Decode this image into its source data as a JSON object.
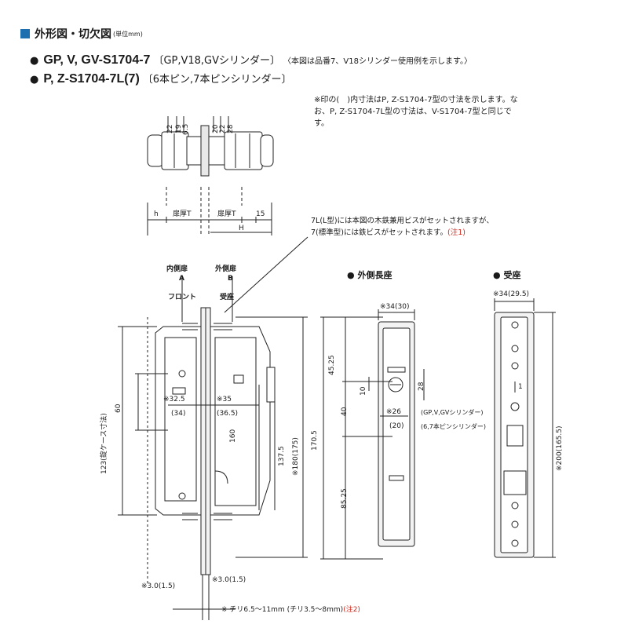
{
  "header": {
    "title": "外形図・切欠図",
    "unit": "(単位mm)"
  },
  "models": [
    {
      "bullet": "●",
      "model": "GP, V, GV-S1704-7",
      "spec": "〔GP,V18,GVシリンダー〕",
      "note": "〈本図は品番7、V18シリンダー使用例を示します。〉"
    },
    {
      "bullet": "●",
      "model": "P, Z-S1704-7L(7)",
      "spec": "〔6本ピン,7本ピンシリンダー〕",
      "note": ""
    }
  ],
  "note1": "※印の(　)内寸法はP, Z-S1704-7型の寸法を示します。なお、P, Z-S1704-7L型の寸法は、V-S1704-7型と同じです。",
  "note2": {
    "line1": "7L(L型)には本図の木鉄兼用ビスがセットされますが、",
    "line2": "7(標準型)には鉄ビスがセットされます。",
    "line2_red": "(注1)"
  },
  "top_view": {
    "dims_left": [
      "22",
      "19",
      "6.5"
    ],
    "dims_right": [
      "20",
      "22",
      "28"
    ],
    "bottom": {
      "h": "h",
      "door_left": "扉厚T",
      "door_right": "扉厚T",
      "d15": "15",
      "H": "H"
    }
  },
  "front_view": {
    "inner_door": "内側扉",
    "inner_letter": "A",
    "outer_door": "外側扉",
    "outer_letter": "B",
    "front": "フロント",
    "strike": "受座",
    "d60": "60",
    "d325": "※32.5",
    "d34": "(34)",
    "d35": "※35",
    "d365": "(36.5)",
    "d160": "160",
    "d1375": "137.5",
    "d180": "※180(175)",
    "d123": "123(錠ケース寸法)",
    "d30a": "※3.0(1.5)",
    "d30b": "※3.0(1.5)",
    "chiri": "※ チリ6.5～11mm",
    "chiri_p": "(チリ3.5～8mm)",
    "chiri_note": "(注2)"
  },
  "long_plate": {
    "title": "外側長座",
    "bullet": "●",
    "d34": "※34(30)",
    "d4525": "45.25",
    "d10": "10",
    "d28": "28",
    "d40": "40",
    "d26": "※26",
    "d20": "(20)",
    "cyl1": "(GP,V,GVシリンダー)",
    "cyl2": "(6,7本ピンシリンダー)",
    "d1705": "170.5",
    "d8525": "85.25"
  },
  "strike_plate": {
    "title": "受座",
    "bullet": "●",
    "d345": "※34(29.5)",
    "d200": "※200(165.5)",
    "d1": "1"
  },
  "colors": {
    "accent_blue": "#1e6fb0",
    "note_red": "#d2281c"
  }
}
